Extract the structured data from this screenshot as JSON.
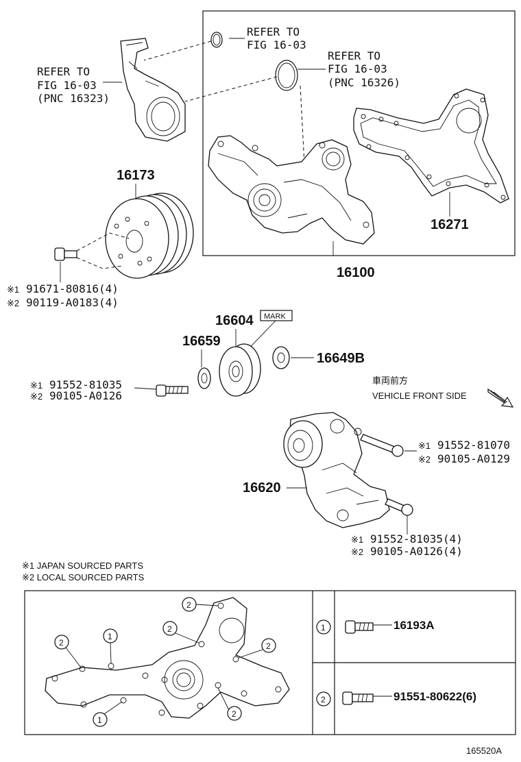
{
  "refer_a": {
    "line1": "REFER TO",
    "line2": "FIG 16-03"
  },
  "refer_b": {
    "line1": "REFER TO",
    "line2": "FIG 16-03",
    "line3": "(PNC 16326)"
  },
  "refer_c": {
    "line1": "REFER TO",
    "line2": "FIG 16-03",
    "line3": "(PNC 16323)"
  },
  "parts": {
    "p16173": "16173",
    "p16271": "16271",
    "p16100": "16100",
    "p16604": "16604",
    "p16659": "16659",
    "p16649b": "16649B",
    "p16620": "16620",
    "mark": "MARK"
  },
  "bolts": {
    "pulley": {
      "j": "91671-80816(4)",
      "l": "90119-A0183(4)"
    },
    "idler": {
      "j": "91552-81035",
      "l": "90105-A0126"
    },
    "tens_top": {
      "j": "91552-81070",
      "l": "90105-A0129"
    },
    "tens_bot": {
      "j": "91552-81035(4)",
      "l": "90105-A0126(4)"
    }
  },
  "marks": {
    "m1": "※1",
    "m2": "※2"
  },
  "direction": {
    "jp": "車両前方",
    "en": "VEHICLE FRONT SIDE"
  },
  "legend": {
    "l1": "※1 JAPAN SOURCED PARTS",
    "l2": "※2 LOCAL SOURCED PARTS"
  },
  "callouts": {
    "c1": "1",
    "c2": "2"
  },
  "table": {
    "row1_part": "16193A",
    "row2_part": "91551-80622(6)"
  },
  "footer": {
    "code": "165520A"
  }
}
